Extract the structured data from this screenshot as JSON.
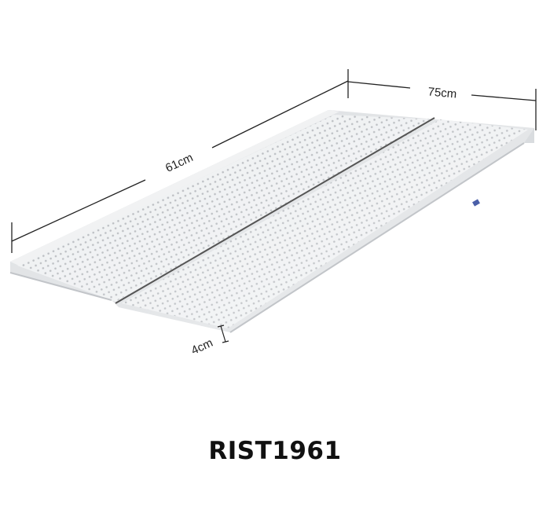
{
  "product": {
    "code": "RIST1961",
    "dimensions": {
      "length": "61cm",
      "width": "75cm",
      "height": "4cm"
    }
  }
}
